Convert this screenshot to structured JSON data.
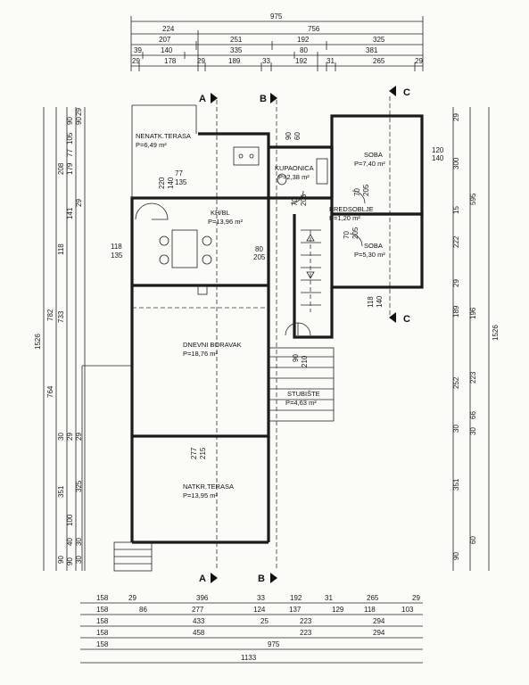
{
  "rooms": {
    "nenatk_terasa": {
      "name": "NENATK.TERASA",
      "area": "P=6,49 m²"
    },
    "kupaonica": {
      "name": "KUPAONICA",
      "area": "P=2,38 m²"
    },
    "soba1": {
      "name": "SOBA",
      "area": "P=7,40 m²"
    },
    "kh_bl": {
      "name": "KH/BL",
      "area": "P=13,96 m²"
    },
    "predsoblje": {
      "name": "PREDSOBLJE",
      "area": "P=1,20 m²"
    },
    "soba2": {
      "name": "SOBA",
      "area": "P=5,30 m²"
    },
    "dnevni_boravak": {
      "name": "DNEVNI BORAVAK",
      "area": "P=18,76 m²"
    },
    "stubiste": {
      "name": "STUBIŠTE",
      "area": "P=4,63 m²"
    },
    "natkr_terasa": {
      "name": "NATKR.TERASA",
      "area": "P=13,95 m²"
    }
  },
  "sections": {
    "a": "A",
    "b": "B",
    "c": "C"
  },
  "top_dims": {
    "row1": [
      "975"
    ],
    "row2": [
      "224",
      "756"
    ],
    "row3": [
      "207",
      "251",
      "192",
      "325"
    ],
    "row4": [
      "39",
      "140",
      "335",
      "80",
      "381"
    ],
    "row5": [
      "29",
      "178",
      "29",
      "189",
      "33",
      "192",
      "31",
      "265",
      "29"
    ]
  },
  "bottom_dims": {
    "row1": [
      "158",
      "29",
      "396",
      "33",
      "192",
      "31",
      "265",
      "29"
    ],
    "row2": [
      "158",
      "86",
      "277",
      "124",
      "137",
      "129",
      "118",
      "103"
    ],
    "row3": [
      "158",
      "433",
      "25",
      "223",
      "294"
    ],
    "row4": [
      "158",
      "458",
      "223",
      "294"
    ],
    "row5": [
      "158",
      "975"
    ],
    "row6": [
      "1133"
    ]
  },
  "openings": {
    "w_terasa": [
      "77",
      "135"
    ],
    "w_terasa_v": [
      "220",
      "140"
    ],
    "w_kupaonica_v": [
      "90",
      "60"
    ],
    "w_soba1": [
      "120",
      "140"
    ],
    "w_kh_left": [
      "118",
      "135"
    ],
    "w_kh_door": [
      "80",
      "205"
    ],
    "w_kup_door_v": [
      "70",
      "205"
    ],
    "w_pred_door_v": [
      "70",
      "205"
    ],
    "w_pred_door2_v": [
      "70",
      "205"
    ],
    "w_soba2_bottom": [
      "118",
      "140"
    ],
    "w_stubiste_v": [
      "90",
      "210"
    ],
    "w_boravak_door": [
      "277",
      "215"
    ]
  },
  "left_dims": {
    "outer_col": [
      "1526"
    ],
    "col2": [
      "782",
      "764"
    ],
    "col3": [
      "208",
      "118",
      "733",
      "30",
      "351",
      "90"
    ],
    "col4": [
      "90",
      "105",
      "77",
      "179",
      "141",
      "29",
      "100",
      "40",
      "90"
    ],
    "col5": [
      "90",
      "29",
      "29",
      "29",
      "325",
      "30",
      "30"
    ]
  },
  "right_dims": {
    "col1": [
      "29",
      "300",
      "15",
      "222",
      "29",
      "189",
      "252",
      "30",
      "351",
      "90"
    ],
    "col2": [
      "595",
      "196",
      "223",
      "66",
      "30",
      "60"
    ],
    "col3": [
      "1526"
    ]
  }
}
